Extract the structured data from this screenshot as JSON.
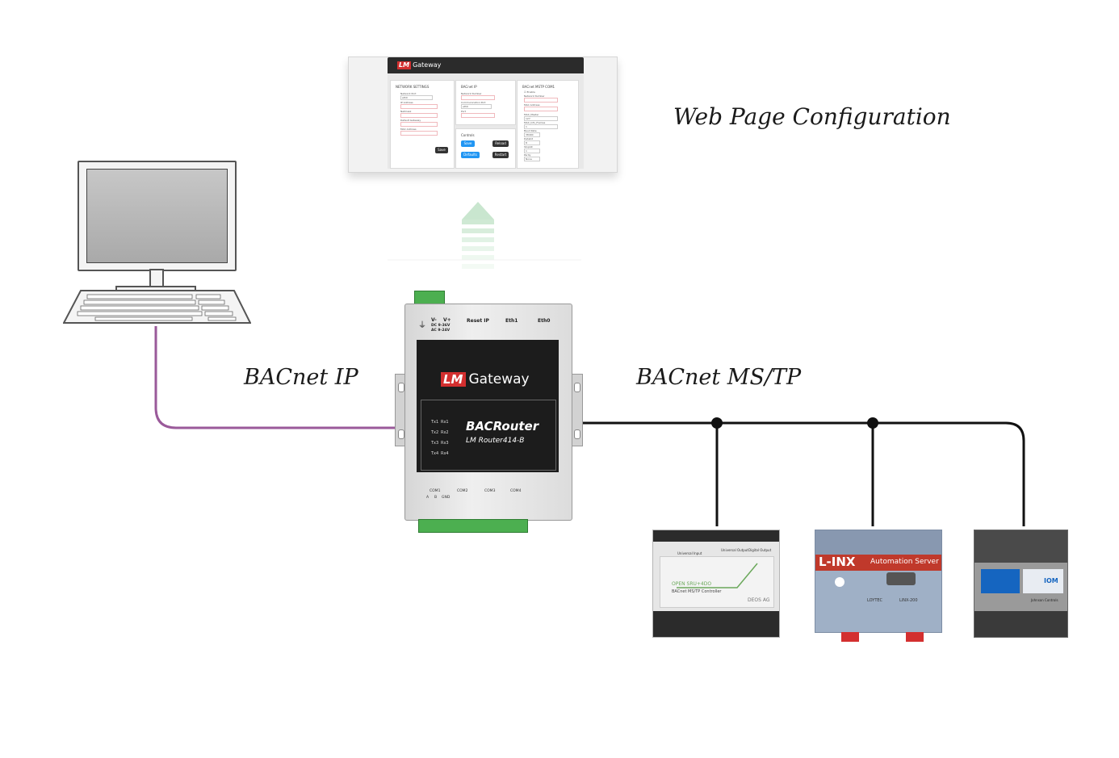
{
  "labels": {
    "web_page_configuration": "Web Page Configuration",
    "bacnet_ip": "BACnet  IP",
    "bacnet_mstp": "BACnet   MS/TP"
  },
  "web_page": {
    "logo_lm": "LM",
    "logo_text": "Gateway",
    "network_settings": {
      "title": "NETWORK SETTINGS",
      "network_port_label": "Network Port",
      "network_port_value": "eth0",
      "ip_address_label": "IP Address",
      "netmask_label": "Netmask",
      "default_gateway_label": "Default Gateway",
      "mac_address_label": "MAC Address",
      "save_label": "Save"
    },
    "bacnet_ip": {
      "title": "BACnet IP",
      "network_number_label": "Network Number",
      "communication_port_label": "Communication Port",
      "communication_port_value": "eth0",
      "port_label": "Port"
    },
    "controls": {
      "title": "Controls",
      "save_label": "Save",
      "reload_label": "Reload",
      "defaults_label": "Defaults",
      "restart_label": "Restart"
    },
    "bacnet_mstp": {
      "title": "BACnet MSTP COM1",
      "enable_label": "Enable",
      "network_number_label": "Network Number",
      "mac_address_label": "MAC Address",
      "max_master_label": "MAX_Master",
      "max_master_value": "127",
      "max_info_frames_label": "MAX_Info_Frames",
      "max_info_frames_value": "1",
      "baud_rate_label": "Baud Rate",
      "baud_rate_value": "38400",
      "databit_label": "Databit",
      "databit_value": "8",
      "stopbit_label": "Stopbit",
      "stopbit_value": "1",
      "parity_label": "Parity",
      "parity_value": "None"
    }
  },
  "router": {
    "power_neg": "V-",
    "power_pos": "V+",
    "power_dc": "DC 9-36V",
    "power_ac": "AC 9-24V",
    "reset_ip": "Reset IP",
    "eth1": "Eth1",
    "eth0": "Eth0",
    "logo_lm": "LM",
    "logo_text": "Gateway",
    "product_name": "BACRouter",
    "model": "LM Router414-B",
    "leds": [
      "Tx1",
      "Rx1",
      "Tx2",
      "Rx2",
      "Tx3",
      "Rx3",
      "Tx4",
      "Rx4"
    ],
    "com_ports": [
      "COM1",
      "COM2",
      "COM3",
      "COM4"
    ],
    "port_pins": [
      "A",
      "B",
      "GND"
    ]
  },
  "devices": {
    "deos": {
      "brand_line": "OPEN SRU+4DO",
      "subtitle": "BACnet MS/TP Controller",
      "maker": "DEOS AG",
      "label_universal_input": "Universal Input",
      "label_universal_output": "Universal Output",
      "label_digital_output": "Digital Output"
    },
    "linx": {
      "brand": "L-INX",
      "title": "Automation Server",
      "maker": "LOYTEC",
      "model": "LINX-200"
    },
    "jci": {
      "label": "IOM",
      "maker": "Johnson Controls"
    }
  },
  "colors": {
    "bacnet_ip_line": "#9a5a9a",
    "bacnet_mstp_line": "#111111",
    "brand_red": "#d32f2f",
    "arrow_green": "#c9e6cf"
  }
}
